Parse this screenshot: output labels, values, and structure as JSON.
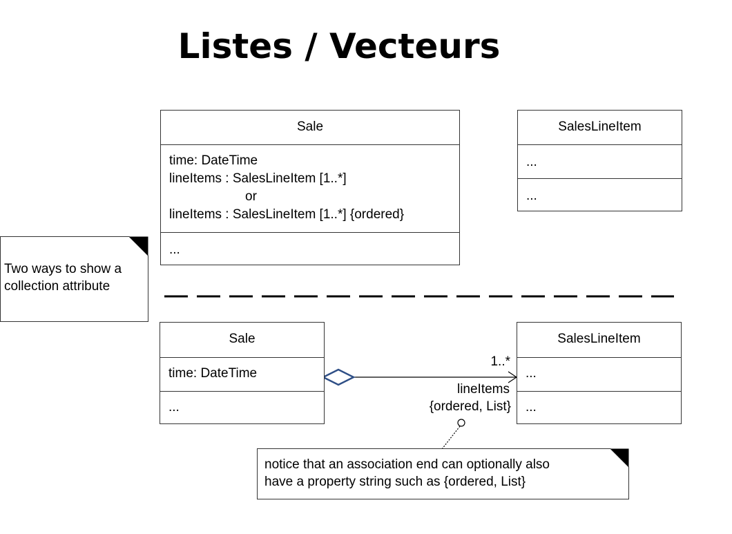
{
  "title": "Listes / Vecteurs",
  "top_sale": {
    "name": "Sale",
    "attributes": [
      "time: DateTime",
      "lineItems : SalesLineItem [1..*]",
      "or",
      "lineItems : SalesLineItem [1..*] {ordered}"
    ],
    "operations": "..."
  },
  "top_item": {
    "name": "SalesLineItem",
    "attributes": "...",
    "operations": "..."
  },
  "bottom_sale": {
    "name": "Sale",
    "attributes": "time: DateTime",
    "operations": "..."
  },
  "bottom_item": {
    "name": "SalesLineItem",
    "attributes": "...",
    "operations": "..."
  },
  "association": {
    "multiplicity": "1..*",
    "role": "lineItems",
    "property": "{ordered, List}"
  },
  "note_left": {
    "line1": "Two ways to show a",
    "line2": "collection attribute"
  },
  "note_bottom": {
    "line1": "notice that an association end can optionally also",
    "line2": "have a property string such as {ordered, List}"
  }
}
